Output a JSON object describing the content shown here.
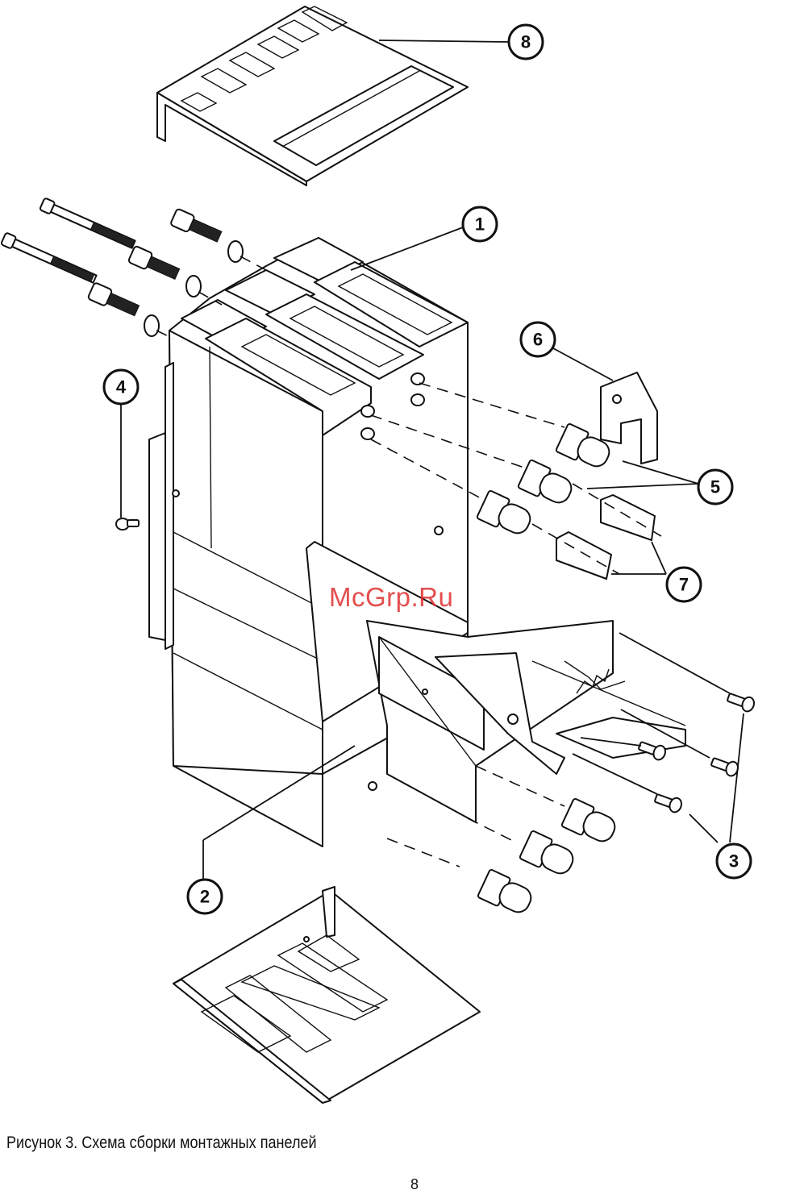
{
  "diagram": {
    "callouts": [
      {
        "label": "1"
      },
      {
        "label": "2"
      },
      {
        "label": "3"
      },
      {
        "label": "4"
      },
      {
        "label": "5"
      },
      {
        "label": "6"
      },
      {
        "label": "7"
      },
      {
        "label": "8"
      }
    ]
  },
  "watermark": "McGrp.Ru",
  "caption": "Рисунок 3.  Схема сборки монтажных панелей",
  "page_number": "8"
}
